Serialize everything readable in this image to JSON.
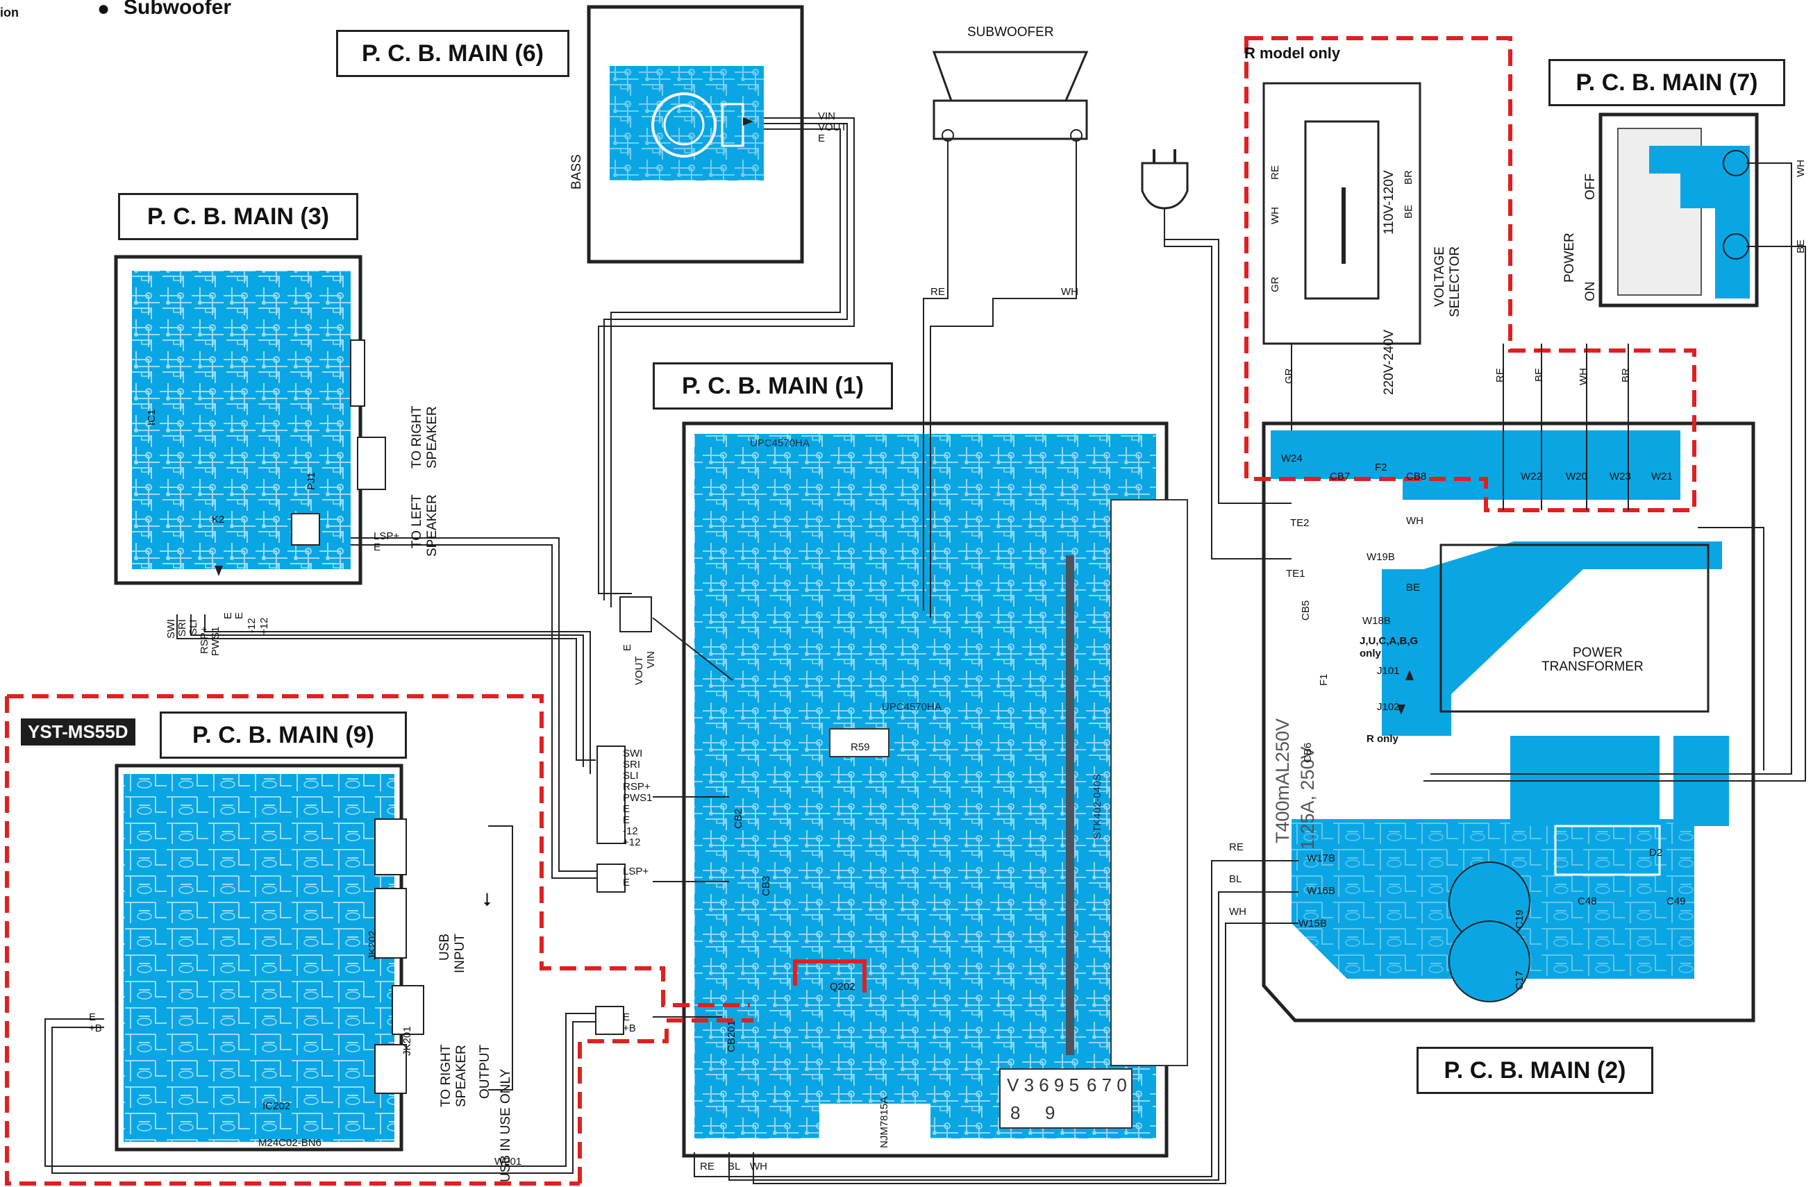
{
  "header": {
    "section_fragment": "ion",
    "title": "Subwoofer",
    "bullet": "●"
  },
  "boards": {
    "main1": "P. C. B. MAIN (1)",
    "main2": "P. C. B. MAIN (2)",
    "main3": "P. C. B. MAIN (3)",
    "main6": "P. C. B. MAIN (6)",
    "main7": "P. C. B. MAIN (7)",
    "main9": "P. C. B. MAIN (9)"
  },
  "model_tag": "YST-MS55D",
  "r_model": "R model only",
  "subwoofer_label": "SUBWOOFER",
  "bass_label": "BASS",
  "speakers": {
    "right": [
      "TO RIGHT",
      "SPEAKER"
    ],
    "left": [
      "TO LEFT",
      "SPEAKER"
    ],
    "right9": [
      "TO RIGHT",
      "SPEAKER"
    ]
  },
  "usb": {
    "input": [
      "USB",
      "INPUT"
    ],
    "output": [
      "OUTPUT",
      "USB IN USE ONLY"
    ]
  },
  "voltage": {
    "selector": [
      "VOLTAGE",
      "SELECTOR"
    ],
    "v110": "110V-120V",
    "v220": "220V-240V"
  },
  "power": {
    "label": "POWER",
    "off": "OFF",
    "on": "ON",
    "transformer": [
      "POWER",
      "TRANSFORMER"
    ]
  },
  "fuse": {
    "f1_text": "T400mAL250V",
    "f2_text": "1.25A, 250V",
    "juc": [
      "J,U,C,A,B,G",
      "only"
    ],
    "r_only": "R only",
    "j101": "J101",
    "j102": "J102"
  },
  "connectors": {
    "vin_vout_e": [
      "VIN",
      "VOUT",
      "E"
    ],
    "e_vout_vin": [
      "E",
      "VOUT",
      "VIN"
    ],
    "lsp_e": [
      "LSP+",
      "E"
    ],
    "lsp_e2": [
      "LSP+",
      "E"
    ],
    "pins_main3": [
      "SWI",
      "SRI",
      "SLI",
      "RSP+",
      "PWS1",
      "E",
      "E",
      "-12",
      "+12"
    ],
    "pins_main1": [
      "SWI",
      "SRI",
      "SLI",
      "RSP+",
      "PWS1",
      "E",
      "E",
      "-12",
      "+12"
    ],
    "e_b_left": [
      "E",
      "+B"
    ],
    "e_b_right": [
      "E",
      "+B"
    ]
  },
  "wires": {
    "re": "RE",
    "wh": "WH",
    "bl": "BL",
    "be": "BE",
    "br": "BR",
    "gr": "GR",
    "w201": "W201",
    "bottom": [
      "RE",
      "BL",
      "WH"
    ]
  },
  "parts_main1": {
    "ic_label": "STK402-040S",
    "upc": "UPC4570HA",
    "upc2": "UPC4570HA",
    "r59": "R59",
    "cb2": "CB2",
    "cb3": "CB3",
    "q202": "Q202",
    "code": [
      "V 3 6 9 5",
      "6 7 0",
      "8",
      "9"
    ],
    "njm": "NJM7815A"
  },
  "parts_main2": {
    "w24": "W24",
    "cb7": "CB7",
    "cb8": "CB8",
    "f2": "F2",
    "w22": "W22",
    "w20": "W20",
    "w23": "W23",
    "w21": "W21",
    "te1": "TE1",
    "te2": "TE2",
    "w19b": "W19B",
    "w18b": "W18B",
    "cb5": "CB5",
    "cb6": "CB6",
    "f1": "F1",
    "w17b": "W17B",
    "w16b": "W16B",
    "w15b": "W15B",
    "c19": "C19",
    "c17": "C17",
    "c48": "C48",
    "c49": "C49",
    "d2": "D2"
  },
  "parts_main3": {
    "ic1": "IC1",
    "pj1": "PJ1",
    "k2": "K2"
  },
  "parts_main9": {
    "ic202": "IC202",
    "eeprom": "M24C02-BN6",
    "jk201": "JK201",
    "jk202": "JK202",
    "cb201": "CB201"
  },
  "colors": {
    "pcb": "#0aa6e4",
    "trace": "#ffffff",
    "red_dash": "#e02020",
    "border": "#222222"
  }
}
